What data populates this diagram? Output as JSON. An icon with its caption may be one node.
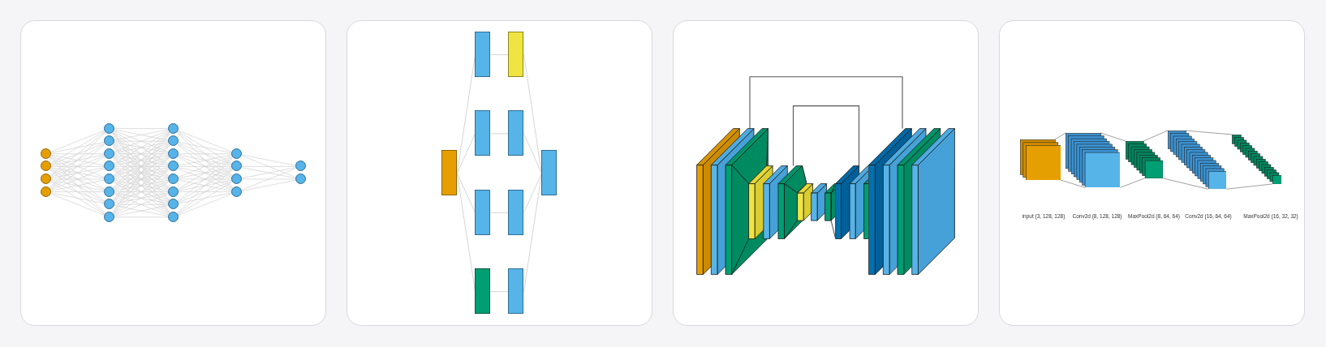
{
  "diagram": {
    "nodes": [
      {
        "text": [],
        "shape": "box"
      },
      {
        "text": [],
        "shape": "box"
      },
      {
        "text": [],
        "shape": "box"
      },
      {
        "text": [],
        "shape": "box"
      },
      {
        "text": [],
        "shape": "circle",
        "in": 0
      },
      {
        "text": [],
        "shape": "circle",
        "in": 0
      },
      {
        "text": [],
        "shape": "circle",
        "in": 0
      },
      {
        "text": [],
        "shape": "circle",
        "in": 0
      },
      {
        "text": [],
        "shape": "circle",
        "in": 0
      },
      {
        "text": [],
        "shape": "circle",
        "in": 0
      },
      {
        "text": [],
        "shape": "circle",
        "in": 0
      },
      {
        "text": [],
        "shape": "circle",
        "in": 0
      },
      {
        "text": [],
        "shape": "circle",
        "in": 0
      },
      {
        "text": [],
        "shape": "circle",
        "in": 0
      },
      {
        "text": [],
        "shape": "circle",
        "in": 0
      },
      {
        "text": [],
        "shape": "circle",
        "in": 0
      },
      {
        "text": [],
        "shape": "circle",
        "in": 0
      },
      {
        "text": [],
        "shape": "circle",
        "in": 0
      },
      {
        "text": [],
        "shape": "circle",
        "in": 0
      },
      {
        "text": [],
        "shape": "circle",
        "in": 0
      },
      {
        "text": [],
        "shape": "circle",
        "in": 0
      },
      {
        "text": [],
        "shape": "circle",
        "in": 0
      },
      {
        "text": [],
        "shape": "circle",
        "in": 0
      },
      {
        "text": [],
        "shape": "circle",
        "in": 0
      },
      {
        "text": [],
        "shape": "circle",
        "in": 0
      },
      {
        "text": [],
        "shape": "circle",
        "in": 0
      },
      {
        "text": [],
        "shape": "circle",
        "in": 0
      },
      {
        "text": [],
        "shape": "circle",
        "in": 0
      },
      {
        "text": [],
        "shape": "circle",
        "in": 0
      },
      {
        "text": [],
        "shape": "circle",
        "in": 0
      },
      {
        "text": [],
        "shape": "box",
        "in": 1
      },
      {
        "text": [],
        "shape": "box",
        "in": 1
      },
      {
        "text": [],
        "shape": "box",
        "in": 1
      },
      {
        "text": [],
        "shape": "box",
        "in": 1
      },
      {
        "text": [],
        "shape": "box",
        "in": 1
      },
      {
        "text": [],
        "shape": "box",
        "in": 1
      },
      {
        "text": [],
        "shape": "box",
        "in": 1
      },
      {
        "text": [],
        "shape": "box",
        "in": 1
      },
      {
        "text": [],
        "shape": "box",
        "in": 1
      },
      {
        "text": [],
        "shape": "box",
        "in": 1
      },
      {
        "text": [],
        "shape": "box",
        "in": 2
      },
      {
        "text": [],
        "shape": "box",
        "in": 2
      },
      {
        "text": [],
        "shape": "box",
        "in": 2
      },
      {
        "text": [],
        "shape": "box",
        "in": 2
      },
      {
        "text": [],
        "shape": "box",
        "in": 2
      },
      {
        "text": [],
        "shape": "box",
        "in": 3
      },
      {
        "text": [],
        "shape": "box",
        "in": 3
      },
      {
        "text": [],
        "shape": "box",
        "in": 3
      },
      {
        "text": [],
        "shape": "box",
        "in": 3
      },
      {
        "text": [],
        "shape": "box",
        "in": 3
      }
    ],
    "edges": [
      {
        "from": 4,
        "to": 8,
        "arrow": "none"
      },
      {
        "from": 4,
        "to": 9,
        "arrow": "none"
      },
      {
        "from": 4,
        "to": 10,
        "arrow": "none"
      },
      {
        "from": 4,
        "to": 11,
        "arrow": "none"
      },
      {
        "from": 4,
        "to": 12,
        "arrow": "none"
      },
      {
        "from": 4,
        "to": 13,
        "arrow": "none"
      },
      {
        "from": 4,
        "to": 14,
        "arrow": "none"
      },
      {
        "from": 4,
        "to": 15,
        "arrow": "none"
      },
      {
        "from": 5,
        "to": 8,
        "arrow": "none"
      },
      {
        "from": 5,
        "to": 9,
        "arrow": "none"
      },
      {
        "from": 5,
        "to": 10,
        "arrow": "none"
      },
      {
        "from": 5,
        "to": 11,
        "arrow": "none"
      },
      {
        "from": 5,
        "to": 12,
        "arrow": "none"
      },
      {
        "from": 5,
        "to": 13,
        "arrow": "none"
      },
      {
        "from": 5,
        "to": 14,
        "arrow": "none"
      },
      {
        "from": 5,
        "to": 15,
        "arrow": "none"
      },
      {
        "from": 6,
        "to": 8,
        "arrow": "none"
      },
      {
        "from": 6,
        "to": 9,
        "arrow": "none"
      },
      {
        "from": 6,
        "to": 10,
        "arrow": "none"
      },
      {
        "from": 6,
        "to": 11,
        "arrow": "none"
      },
      {
        "from": 6,
        "to": 12,
        "arrow": "none"
      },
      {
        "from": 6,
        "to": 13,
        "arrow": "none"
      },
      {
        "from": 6,
        "to": 14,
        "arrow": "none"
      },
      {
        "from": 6,
        "to": 15,
        "arrow": "none"
      },
      {
        "from": 7,
        "to": 8,
        "arrow": "none"
      },
      {
        "from": 7,
        "to": 9,
        "arrow": "none"
      },
      {
        "from": 7,
        "to": 10,
        "arrow": "none"
      },
      {
        "from": 7,
        "to": 11,
        "arrow": "none"
      },
      {
        "from": 7,
        "to": 12,
        "arrow": "none"
      },
      {
        "from": 7,
        "to": 13,
        "arrow": "none"
      },
      {
        "from": 7,
        "to": 14,
        "arrow": "none"
      },
      {
        "from": 7,
        "to": 15,
        "arrow": "none"
      },
      {
        "from": 8,
        "to": 16,
        "arrow": "none"
      },
      {
        "from": 8,
        "to": 17,
        "arrow": "none"
      },
      {
        "from": 8,
        "to": 18,
        "arrow": "none"
      },
      {
        "from": 8,
        "to": 19,
        "arrow": "none"
      },
      {
        "from": 8,
        "to": 20,
        "arrow": "none"
      },
      {
        "from": 8,
        "to": 21,
        "arrow": "none"
      },
      {
        "from": 8,
        "to": 22,
        "arrow": "none"
      },
      {
        "from": 8,
        "to": 23,
        "arrow": "none"
      },
      {
        "from": 9,
        "to": 16,
        "arrow": "none"
      },
      {
        "from": 9,
        "to": 17,
        "arrow": "none"
      },
      {
        "from": 9,
        "to": 18,
        "arrow": "none"
      },
      {
        "from": 9,
        "to": 19,
        "arrow": "none"
      },
      {
        "from": 9,
        "to": 20,
        "arrow": "none"
      },
      {
        "from": 9,
        "to": 21,
        "arrow": "none"
      },
      {
        "from": 9,
        "to": 22,
        "arrow": "none"
      },
      {
        "from": 9,
        "to": 23,
        "arrow": "none"
      },
      {
        "from": 10,
        "to": 16,
        "arrow": "none"
      },
      {
        "from": 10,
        "to": 17,
        "arrow": "none"
      },
      {
        "from": 10,
        "to": 18,
        "arrow": "none"
      },
      {
        "from": 10,
        "to": 19,
        "arrow": "none"
      },
      {
        "from": 10,
        "to": 20,
        "arrow": "none"
      },
      {
        "from": 10,
        "to": 21,
        "arrow": "none"
      },
      {
        "from": 10,
        "to": 22,
        "arrow": "none"
      },
      {
        "from": 10,
        "to": 23,
        "arrow": "none"
      },
      {
        "from": 11,
        "to": 16,
        "arrow": "none"
      },
      {
        "from": 11,
        "to": 17,
        "arrow": "none"
      },
      {
        "from": 11,
        "to": 18,
        "arrow": "none"
      },
      {
        "from": 11,
        "to": 19,
        "arrow": "none"
      },
      {
        "from": 11,
        "to": 20,
        "arrow": "none"
      },
      {
        "from": 11,
        "to": 21,
        "arrow": "none"
      },
      {
        "from": 11,
        "to": 22,
        "arrow": "none"
      },
      {
        "from": 11,
        "to": 23,
        "arrow": "none"
      },
      {
        "from": 12,
        "to": 16,
        "arrow": "none"
      },
      {
        "from": 12,
        "to": 17,
        "arrow": "none"
      },
      {
        "from": 12,
        "to": 18,
        "arrow": "none"
      },
      {
        "from": 12,
        "to": 19,
        "arrow": "none"
      },
      {
        "from": 12,
        "to": 20,
        "arrow": "none"
      },
      {
        "from": 12,
        "to": 21,
        "arrow": "none"
      },
      {
        "from": 12,
        "to": 22,
        "arrow": "none"
      },
      {
        "from": 12,
        "to": 23,
        "arrow": "none"
      },
      {
        "from": 13,
        "to": 16,
        "arrow": "none"
      },
      {
        "from": 13,
        "to": 17,
        "arrow": "none"
      },
      {
        "from": 13,
        "to": 18,
        "arrow": "none"
      },
      {
        "from": 13,
        "to": 19,
        "arrow": "none"
      },
      {
        "from": 13,
        "to": 20,
        "arrow": "none"
      },
      {
        "from": 13,
        "to": 21,
        "arrow": "none"
      },
      {
        "from": 13,
        "to": 22,
        "arrow": "none"
      },
      {
        "from": 13,
        "to": 23,
        "arrow": "none"
      },
      {
        "from": 14,
        "to": 16,
        "arrow": "none"
      },
      {
        "from": 14,
        "to": 17,
        "arrow": "none"
      },
      {
        "from": 14,
        "to": 18,
        "arrow": "none"
      },
      {
        "from": 14,
        "to": 19,
        "arrow": "none"
      },
      {
        "from": 14,
        "to": 20,
        "arrow": "none"
      },
      {
        "from": 14,
        "to": 21,
        "arrow": "none"
      },
      {
        "from": 14,
        "to": 22,
        "arrow": "none"
      },
      {
        "from": 14,
        "to": 23,
        "arrow": "none"
      },
      {
        "from": 15,
        "to": 16,
        "arrow": "none"
      },
      {
        "from": 15,
        "to": 17,
        "arrow": "none"
      },
      {
        "from": 15,
        "to": 18,
        "arrow": "none"
      },
      {
        "from": 15,
        "to": 19,
        "arrow": "none"
      },
      {
        "from": 15,
        "to": 20,
        "arrow": "none"
      },
      {
        "from": 15,
        "to": 21,
        "arrow": "none"
      },
      {
        "from": 15,
        "to": 22,
        "arrow": "none"
      },
      {
        "from": 15,
        "to": 23,
        "arrow": "none"
      },
      {
        "from": 16,
        "to": 24,
        "arrow": "none"
      },
      {
        "from": 16,
        "to": 25,
        "arrow": "none"
      },
      {
        "from": 16,
        "to": 26,
        "arrow": "none"
      },
      {
        "from": 16,
        "to": 27,
        "arrow": "none"
      },
      {
        "from": 17,
        "to": 24,
        "arrow": "none"
      },
      {
        "from": 17,
        "to": 25,
        "arrow": "none"
      },
      {
        "from": 17,
        "to": 26,
        "arrow": "none"
      },
      {
        "from": 17,
        "to": 27,
        "arrow": "none"
      },
      {
        "from": 18,
        "to": 24,
        "arrow": "none"
      },
      {
        "from": 18,
        "to": 25,
        "arrow": "none"
      },
      {
        "from": 18,
        "to": 26,
        "arrow": "none"
      },
      {
        "from": 18,
        "to": 27,
        "arrow": "none"
      },
      {
        "from": 19,
        "to": 24,
        "arrow": "none"
      },
      {
        "from": 19,
        "to": 25,
        "arrow": "none"
      },
      {
        "from": 19,
        "to": 26,
        "arrow": "none"
      },
      {
        "from": 19,
        "to": 27,
        "arrow": "none"
      },
      {
        "from": 20,
        "to": 24,
        "arrow": "none"
      },
      {
        "from": 20,
        "to": 25,
        "arrow": "none"
      },
      {
        "from": 20,
        "to": 26,
        "arrow": "none"
      },
      {
        "from": 20,
        "to": 27,
        "arrow": "none"
      },
      {
        "from": 21,
        "to": 24,
        "arrow": "none"
      },
      {
        "from": 21,
        "to": 25,
        "arrow": "none"
      },
      {
        "from": 21,
        "to": 26,
        "arrow": "none"
      },
      {
        "from": 21,
        "to": 27,
        "arrow": "none"
      },
      {
        "from": 22,
        "to": 24,
        "arrow": "none"
      },
      {
        "from": 22,
        "to": 25,
        "arrow": "none"
      },
      {
        "from": 22,
        "to": 26,
        "arrow": "none"
      },
      {
        "from": 22,
        "to": 27,
        "arrow": "none"
      },
      {
        "from": 23,
        "to": 24,
        "arrow": "none"
      },
      {
        "from": 23,
        "to": 25,
        "arrow": "none"
      },
      {
        "from": 23,
        "to": 26,
        "arrow": "none"
      },
      {
        "from": 23,
        "to": 27,
        "arrow": "none"
      },
      {
        "from": 24,
        "to": 28,
        "arrow": "none"
      },
      {
        "from": 24,
        "to": 29,
        "arrow": "none"
      },
      {
        "from": 25,
        "to": 28,
        "arrow": "none"
      },
      {
        "from": 25,
        "to": 29,
        "arrow": "none"
      },
      {
        "from": 26,
        "to": 28,
        "arrow": "none"
      },
      {
        "from": 26,
        "to": 29,
        "arrow": "none"
      },
      {
        "from": 27,
        "to": 28,
        "arrow": "none"
      },
      {
        "from": 27,
        "to": 29,
        "arrow": "none"
      },
      {
        "from": 30,
        "to": 31,
        "arrow": "none"
      },
      {
        "from": 30,
        "to": 32,
        "arrow": "none"
      },
      {
        "from": 30,
        "to": 33,
        "arrow": "none"
      },
      {
        "from": 30,
        "to": 34,
        "arrow": "none"
      },
      {
        "from": 31,
        "to": 35,
        "arrow": "none"
      },
      {
        "from": 32,
        "to": 36,
        "arrow": "none"
      },
      {
        "from": 33,
        "to": 37,
        "arrow": "none"
      },
      {
        "from": 34,
        "to": 38,
        "arrow": "none"
      },
      {
        "from": 35,
        "to": 39,
        "arrow": "none"
      },
      {
        "from": 36,
        "to": 39,
        "arrow": "none"
      },
      {
        "from": 37,
        "to": 39,
        "arrow": "none"
      },
      {
        "from": 38,
        "to": 39,
        "arrow": "none"
      },
      {
        "from": 40,
        "to": 44,
        "arrow": "none",
        "color": "#555555"
      },
      {
        "from": 41,
        "to": 43,
        "arrow": "none",
        "color": "#555555"
      },
      {
        "from": 45,
        "to": 46,
        "arrow": "none",
        "color": "#888888"
      },
      {
        "from": 45,
        "to": 46,
        "arrow": "none",
        "color": "#888888"
      },
      {
        "from": 46,
        "to": 47,
        "arrow": "none",
        "color": "#888888"
      },
      {
        "from": 46,
        "to": 47,
        "arrow": "none",
        "color": "#888888"
      },
      {
        "from": 47,
        "to": 48,
        "arrow": "none",
        "color": "#888888"
      },
      {
        "from": 47,
        "to": 48,
        "arrow": "none",
        "color": "#888888"
      },
      {
        "from": 48,
        "to": 49,
        "arrow": "none",
        "color": "#888888"
      },
      {
        "from": 48,
        "to": 49,
        "arrow": "none",
        "color": "#888888"
      }
    ],
    "labels": [
      "input (3, 128, 128)",
      "Conv2d (8, 128, 128)",
      "MaxPool2d (8, 64, 64)",
      "Conv2d (16, 64, 64)",
      "MaxPool2d (16, 32, 32)"
    ]
  }
}
